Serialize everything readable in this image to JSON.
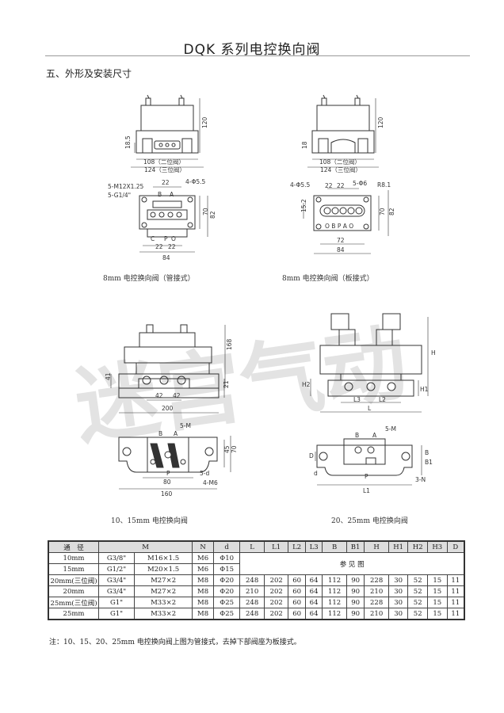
{
  "header": {
    "title": "DQK 系列电控换向阀"
  },
  "section": {
    "heading": "五、外形及安装尺寸"
  },
  "watermark": {
    "text": "迷宫气动"
  },
  "fig8pipe": {
    "caption": "8mm 电控换向阀（管接式）",
    "dims": {
      "d120": "120",
      "d18_5": "18.5",
      "d108": "108（二位阀）",
      "d124": "124（三位阀）",
      "m12": "5-M12X1.25",
      "g14": "5-G1/4\"",
      "d4_55": "4-Φ5.5",
      "d22": "22",
      "d70": "70",
      "d82": "82",
      "d84": "84",
      "port_a": "A",
      "port_b": "B",
      "port_p": "P",
      "port_c": "C",
      "port_o": "O",
      "d22b": "22",
      "d22c": "22"
    }
  },
  "fig8plate": {
    "caption": "8mm 电控换向阀（板接式）",
    "dims": {
      "d120": "120",
      "d18": "18",
      "d108": "108（二位阀）",
      "d124": "124（三位阀）",
      "d4_55": "4-Φ5.5",
      "d22a": "22",
      "d22b": "22",
      "g5": "5-Φ6",
      "r8": "R8.1",
      "d15_2": "15.2",
      "d70": "70",
      "d82": "82",
      "d72": "72",
      "d84": "84",
      "ports": "O B P A O"
    }
  },
  "fig1015": {
    "caption": "10、15mm 电控换向阀",
    "dims": {
      "d168": "168",
      "d41": "41",
      "d21": "21",
      "d42a": "42",
      "d42b": "42",
      "d200": "200",
      "m5": "5-M",
      "d45": "45",
      "d70": "70",
      "d5d": "5-d",
      "m6": "4-M6",
      "d80": "80",
      "d160": "160",
      "port_a": "A",
      "port_b": "B",
      "port_p": "P"
    }
  },
  "fig2025": {
    "caption": "20、25mm 电控换向阀",
    "dims": {
      "h": "H",
      "h1": "H1",
      "h2": "H2",
      "l1": "L1",
      "l2": "L2",
      "l3": "L3",
      "l": "L",
      "m5": "5-M",
      "b": "B",
      "b1": "B1",
      "d": "D",
      "dd": "d",
      "n3": "3-N",
      "port_a": "A",
      "port_b": "B",
      "port_p": "P"
    }
  },
  "table": {
    "headers": [
      "通　径",
      "M",
      "N",
      "d",
      "L",
      "L1",
      "L2",
      "L3",
      "B",
      "B1",
      "H",
      "H1",
      "H2",
      "H3",
      "D"
    ],
    "rows": [
      [
        "10mm",
        "G3/8\"",
        "M16×1.5",
        "M6",
        "Φ10"
      ],
      [
        "15mm",
        "G1/2\"",
        "M20×1.5",
        "M6",
        "Φ15"
      ],
      [
        "20mm(三位阀)",
        "G3/4\"",
        "M27×2",
        "M8",
        "Φ20",
        "248",
        "202",
        "60",
        "64",
        "112",
        "90",
        "228",
        "30",
        "52",
        "15",
        "11"
      ],
      [
        "20mm",
        "G3/4\"",
        "M27×2",
        "M8",
        "Φ20",
        "210",
        "202",
        "60",
        "64",
        "112",
        "90",
        "210",
        "30",
        "52",
        "15",
        "11"
      ],
      [
        "25mm(三位阀)",
        "G1\"",
        "M33×2",
        "M8",
        "Φ25",
        "248",
        "202",
        "60",
        "64",
        "112",
        "90",
        "228",
        "30",
        "52",
        "15",
        "11"
      ],
      [
        "25mm",
        "G1\"",
        "M33×2",
        "M8",
        "Φ25",
        "248",
        "202",
        "60",
        "64",
        "112",
        "90",
        "210",
        "30",
        "52",
        "15",
        "11"
      ]
    ],
    "see_figure": "参 见 图"
  },
  "note": "注：10、15、20、25mm 电控换向阀上图为管接式，去掉下部阀座为板接式。"
}
